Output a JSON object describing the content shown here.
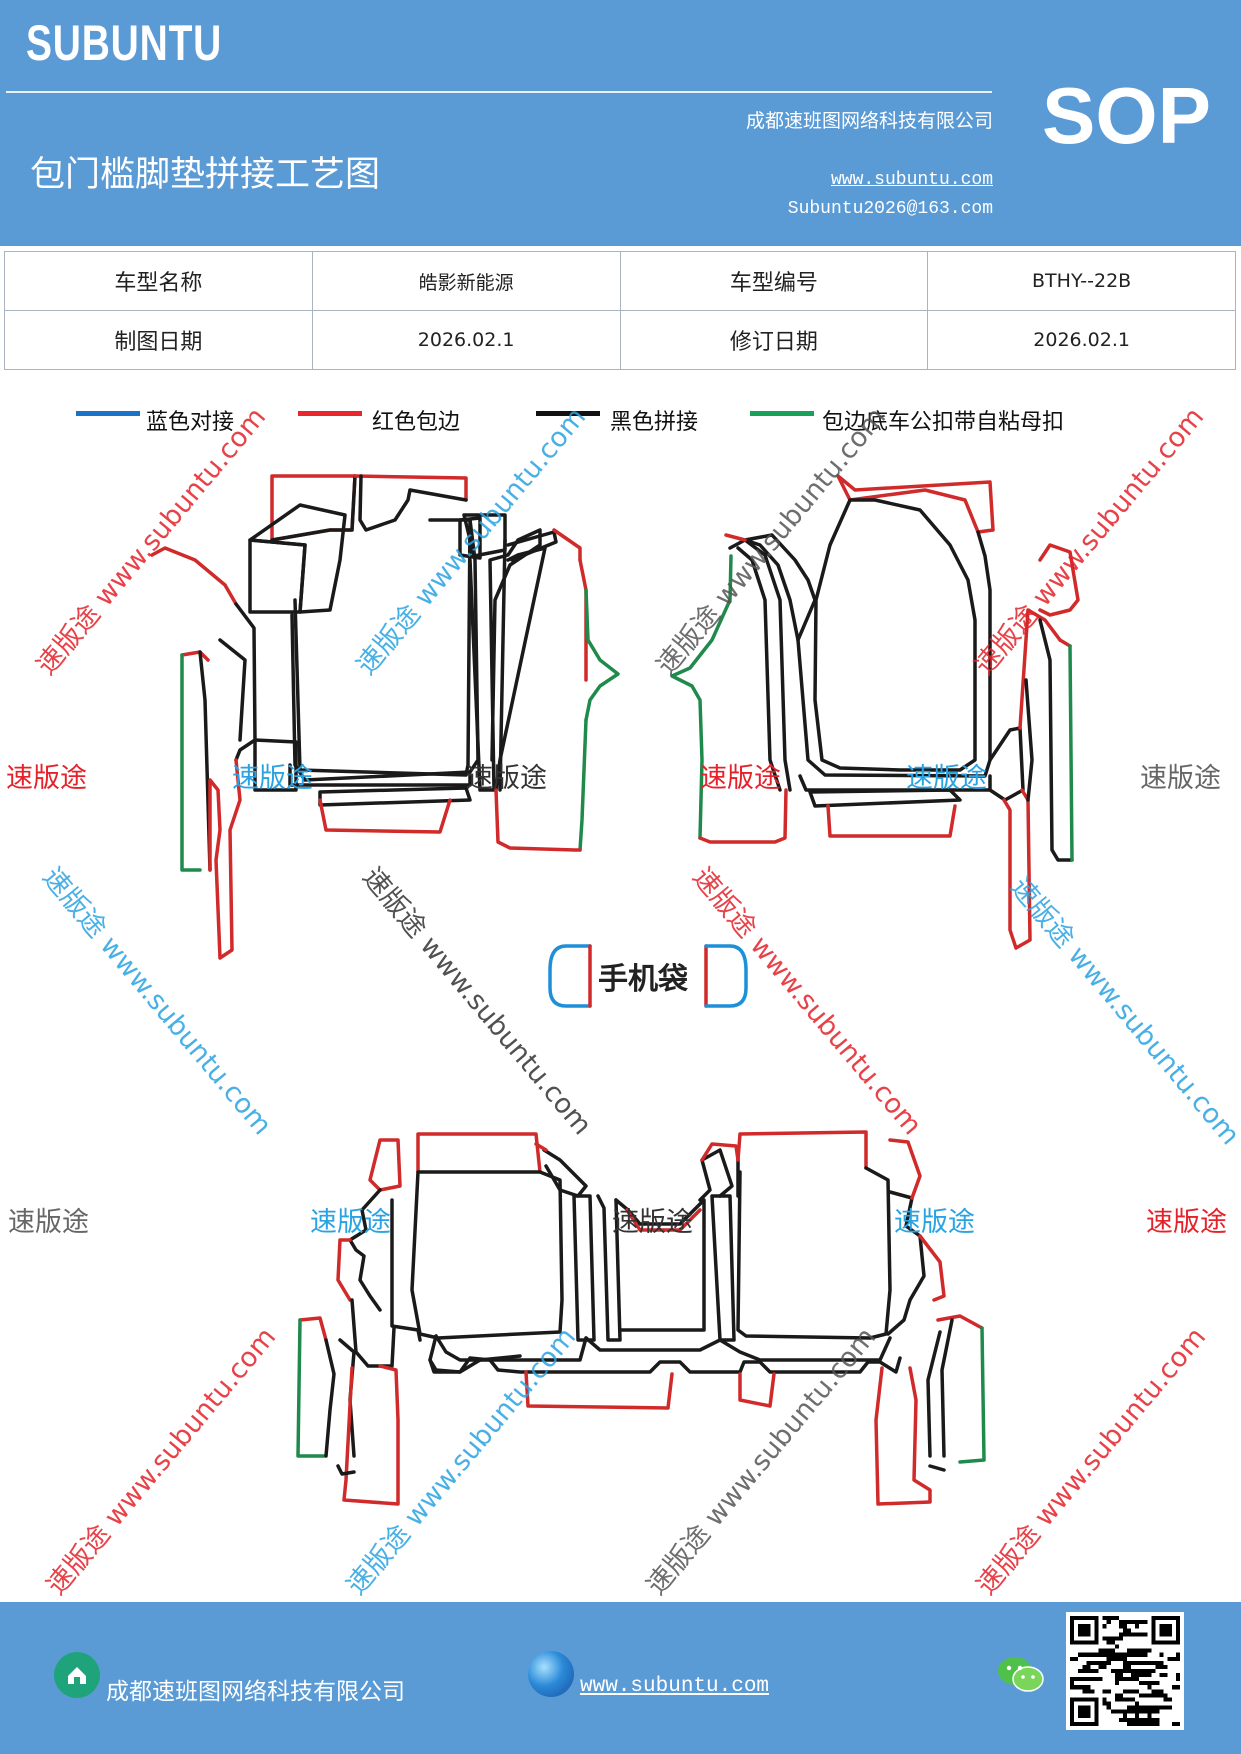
{
  "header": {
    "brand": "SUBUNTU",
    "company": "成都速班图网络科技有限公司",
    "title": "包门槛脚垫拼接工艺图",
    "website": "www.subuntu.com",
    "email": "Subuntu2026@163.com",
    "badge": "SOP"
  },
  "info_table": {
    "model_name_label": "车型名称",
    "model_name": "皓影新能源",
    "model_code_label": "车型编号",
    "model_code": "BTHY--22B",
    "draw_date_label": "制图日期",
    "draw_date": "2026.02.1",
    "revise_date_label": "修订日期",
    "revise_date": "2026.02.1"
  },
  "legend": [
    {
      "label": "蓝色对接",
      "color": "#1a73c8"
    },
    {
      "label": "红色包边",
      "color": "#e8262b"
    },
    {
      "label": "黑色拼接",
      "color": "#111111"
    },
    {
      "label": "包边底车公扣带自粘母扣",
      "color": "#19a15a"
    }
  ],
  "colors": {
    "blue_edge": "#1e90d8",
    "red_edge": "#d12a2a",
    "black_edge": "#1a1a1a",
    "green_edge": "#1f8a4c",
    "header_bg": "#5b9bd5"
  },
  "phone_bag_label": "手机袋",
  "watermarks": {
    "cn": "速版途",
    "diag_text": "速版途 www.subuntu.com"
  },
  "footer": {
    "company": "成都速班图网络科技有限公司",
    "website": "www.subuntu.com",
    "home_icon": "home-icon",
    "globe_icon": "globe-icon",
    "wechat_icon": "wechat-icon",
    "qr_icon": "qr-code"
  }
}
